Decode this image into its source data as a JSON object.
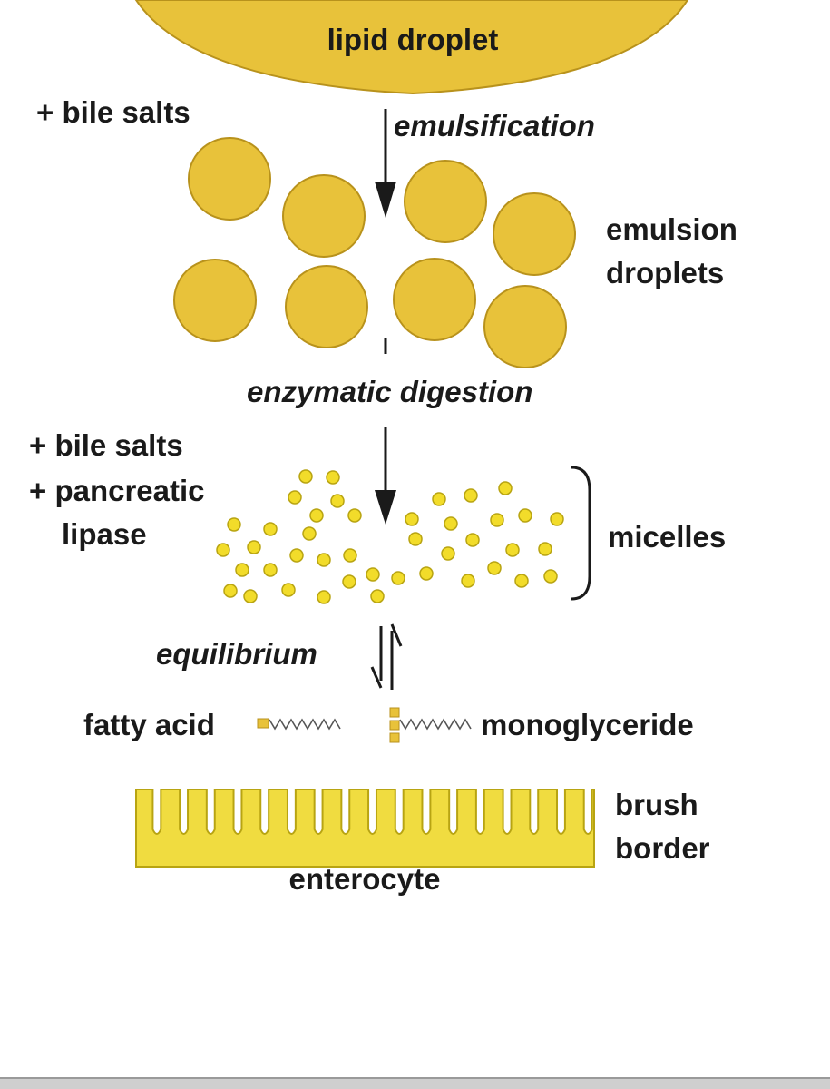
{
  "labels": {
    "lipid_droplet": "lipid droplet",
    "bile_salts_1": "+ bile salts",
    "emulsification": "emulsification",
    "emulsion_line1": "emulsion",
    "emulsion_line2": "droplets",
    "enzymatic_digestion": "enzymatic digestion",
    "bile_salts_2": "+ bile salts",
    "pancreatic_line1": "+ pancreatic",
    "pancreatic_line2": "lipase",
    "micelles": "micelles",
    "equilibrium": "equilibrium",
    "fatty_acid": "fatty acid",
    "monoglyceride": "monoglyceride",
    "brush_line1": "brush",
    "brush_line2": "border",
    "enterocyte": "enterocyte"
  },
  "colors": {
    "lipid": "#e8c23a",
    "lipid_edge": "#b8921c",
    "micelle": "#f2dc2a",
    "micelle_edge": "#b8a412",
    "enterocyte": "#f0dc40",
    "text": "#1a1a1a"
  }
}
